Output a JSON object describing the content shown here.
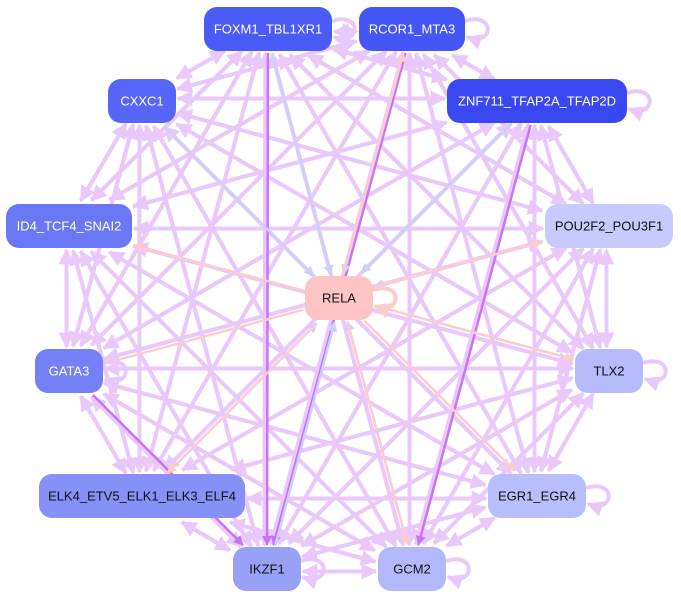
{
  "diagram": {
    "type": "directed-network",
    "center_node": "RELA",
    "nodes": [
      {
        "id": "FOXM1_TBL1XR1",
        "label": "FOXM1_TBL1XR1",
        "fill": "#4a5cf5",
        "text_color": "#ffffff"
      },
      {
        "id": "RCOR1_MTA3",
        "label": "RCOR1_MTA3",
        "fill": "#4556f7",
        "text_color": "#ffffff"
      },
      {
        "id": "ZNF711_TFAP2A_TFAP2D",
        "label": "ZNF711_TFAP2A_TFAP2D",
        "fill": "#3a48f2",
        "text_color": "#ffffff"
      },
      {
        "id": "CXXC1",
        "label": "CXXC1",
        "fill": "#5566f8",
        "text_color": "#ffffff"
      },
      {
        "id": "ID4_TCF4_SNAI2",
        "label": "ID4_TCF4_SNAI2",
        "fill": "#6a78f5",
        "text_color": "#ffffff"
      },
      {
        "id": "POU2F2_POU3F1",
        "label": "POU2F2_POU3F1",
        "fill": "#c7cbfc",
        "text_color": "#111111"
      },
      {
        "id": "RELA",
        "label": "RELA",
        "fill": "#ffc4c4",
        "text_color": "#111111"
      },
      {
        "id": "TLX2",
        "label": "TLX2",
        "fill": "#b5bbfb",
        "text_color": "#111111"
      },
      {
        "id": "GATA3",
        "label": "GATA3",
        "fill": "#7480f6",
        "text_color": "#ffffff"
      },
      {
        "id": "ELK4_ETV5_ELK1_ELK3_ELF4",
        "label": "ELK4_ETV5_ELK1_ELK3_ELF4",
        "fill": "#8790f6",
        "text_color": "#111111"
      },
      {
        "id": "EGR1_EGR4",
        "label": "EGR1_EGR4",
        "fill": "#b8bdfb",
        "text_color": "#111111"
      },
      {
        "id": "IKZF1",
        "label": "IKZF1",
        "fill": "#99a0f8",
        "text_color": "#111111"
      },
      {
        "id": "GCM2",
        "label": "GCM2",
        "fill": "#b3b8fb",
        "text_color": "#111111"
      }
    ],
    "edge_colors": {
      "default": "#e9c9fb",
      "strong": "#c874f5",
      "medium": "#d9a3f7",
      "to_rela": "#ccd0fb",
      "from_rela": "#ffcccc"
    },
    "self_loops": [
      "FOXM1_TBL1XR1",
      "RCOR1_MTA3",
      "ZNF711_TFAP2A_TFAP2D",
      "TLX2",
      "GATA3",
      "EGR1_EGR4",
      "IKZF1",
      "GCM2",
      "RELA"
    ],
    "edges_from_rela": [
      "ID4_TCF4_SNAI2",
      "GATA3",
      "POU2F2_POU3F1",
      "TLX2",
      "ELK4_ETV5_ELK1_ELK3_ELF4",
      "EGR1_EGR4",
      "GCM2",
      "RCOR1_MTA3"
    ],
    "edges_to_rela": [
      "FOXM1_TBL1XR1",
      "RCOR1_MTA3",
      "ZNF711_TFAP2A_TFAP2D",
      "CXXC1",
      "POU2F2_POU3F1",
      "TLX2",
      "IKZF1",
      "GCM2",
      "ELK4_ETV5_ELK1_ELK3_ELF4"
    ],
    "strong_edges": [
      [
        "RCOR1_MTA3",
        "IKZF1"
      ],
      [
        "FOXM1_TBL1XR1",
        "IKZF1"
      ],
      [
        "GATA3",
        "IKZF1"
      ],
      [
        "ZNF711_TFAP2A_TFAP2D",
        "GCM2"
      ]
    ]
  }
}
